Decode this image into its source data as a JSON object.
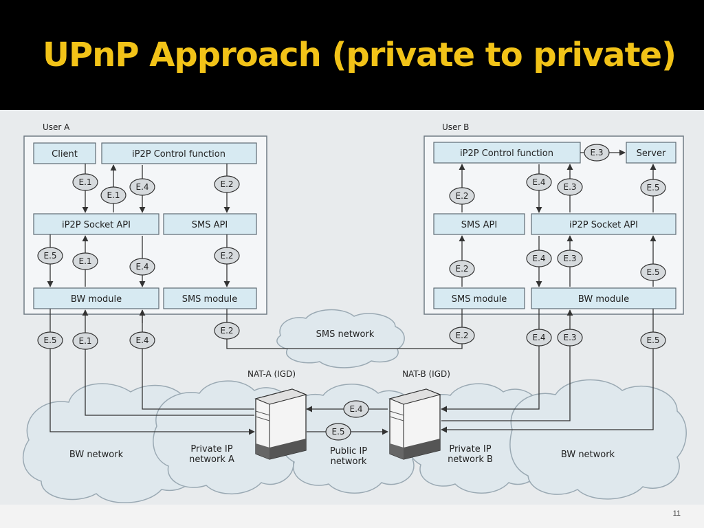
{
  "slide": {
    "title": "UPnP Approach (private to private)",
    "number": "11"
  },
  "diagram": {
    "user_a": {
      "label": "User A",
      "client": "Client",
      "control_function": "iP2P Control function",
      "socket_api": "iP2P Socket API",
      "sms_api": "SMS API",
      "bw_module": "BW module",
      "sms_module": "SMS module"
    },
    "user_b": {
      "label": "User B",
      "control_function": "iP2P Control function",
      "server": "Server",
      "sms_api": "SMS API",
      "socket_api": "iP2P Socket API",
      "sms_module": "SMS module",
      "bw_module": "BW module"
    },
    "networks": {
      "sms": "SMS network",
      "bw_a": "BW network",
      "private_a_line1": "Private IP",
      "private_a_line2": "network A",
      "public_line1": "Public IP",
      "public_line2": "network",
      "private_b_line1": "Private IP",
      "private_b_line2": "network B",
      "bw_b": "BW network"
    },
    "nat": {
      "a": "NAT-A (IGD)",
      "b": "NAT-B (IGD)"
    },
    "events": {
      "e1": "E.1",
      "e2": "E.2",
      "e3": "E.3",
      "e4": "E.4",
      "e5": "E.5"
    }
  },
  "colors": {
    "title": "#f2c318",
    "box_fill": "#d7eaf2",
    "panel_fill": "#f4f6f8",
    "cloud_fill": "#dfe8ed",
    "oval_fill": "#d6dadd"
  }
}
